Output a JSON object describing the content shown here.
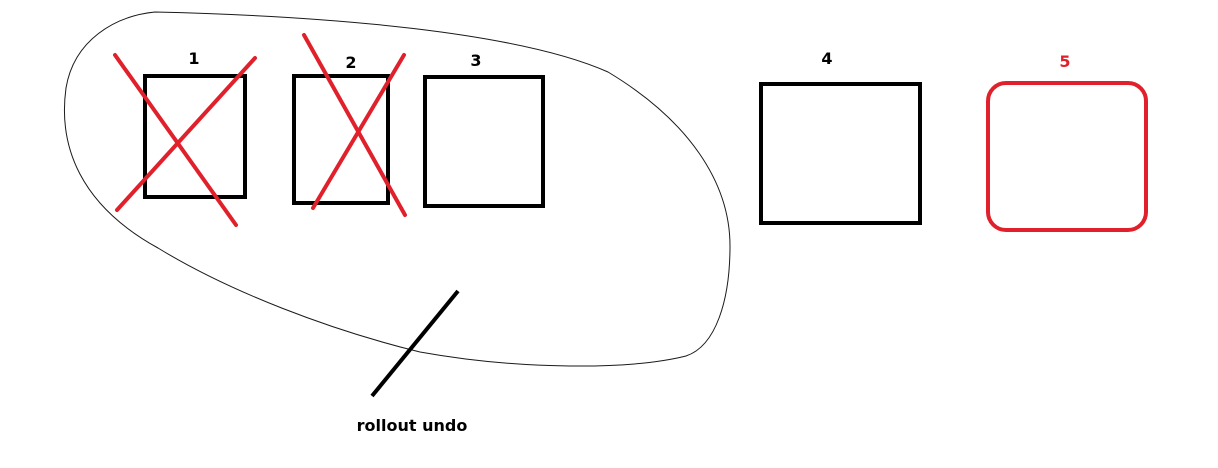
{
  "colors": {
    "ink": "#000000",
    "accent": "#e0212b",
    "outline": "#1a1a1a",
    "background": "#ffffff"
  },
  "boxes": [
    {
      "label": "1",
      "crossed": true,
      "style": "square"
    },
    {
      "label": "2",
      "crossed": true,
      "style": "square"
    },
    {
      "label": "3",
      "crossed": false,
      "style": "square"
    },
    {
      "label": "4",
      "crossed": false,
      "style": "square"
    },
    {
      "label": "5",
      "crossed": false,
      "style": "rounded-highlight"
    }
  ],
  "caption": "rollout undo"
}
